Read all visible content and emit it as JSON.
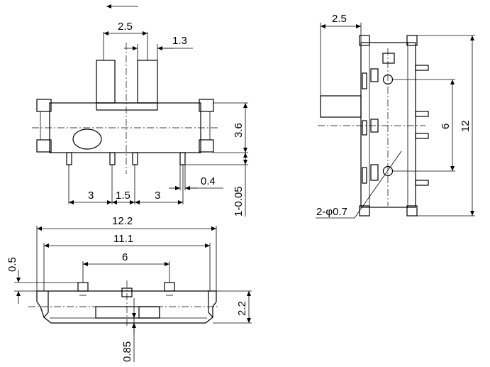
{
  "front_view": {
    "dim_actuator_width": "2.5",
    "dim_actuator_slot": "1.3",
    "dim_body_height": "3.6",
    "dim_pin_pitch_left": "3",
    "dim_pin_pitch_center": "1.5",
    "dim_pin_pitch_right": "3",
    "dim_pin_width": "0.4",
    "dim_pin_length": "1-0.05"
  },
  "side_view": {
    "dim_actuator_depth": "2.5",
    "dim_hole_spacing": "6",
    "dim_overall_length": "12",
    "dim_hole_diameter": "2-φ0.7"
  },
  "bottom_view": {
    "dim_overall_width": "12.2",
    "dim_body_width": "11.1",
    "dim_pin_span": "6",
    "dim_pin_offset": "0.5",
    "dim_height": "2.2",
    "dim_slot_depth": "0.85"
  },
  "colors": {
    "line": "#000000",
    "background": "#ffffff"
  }
}
